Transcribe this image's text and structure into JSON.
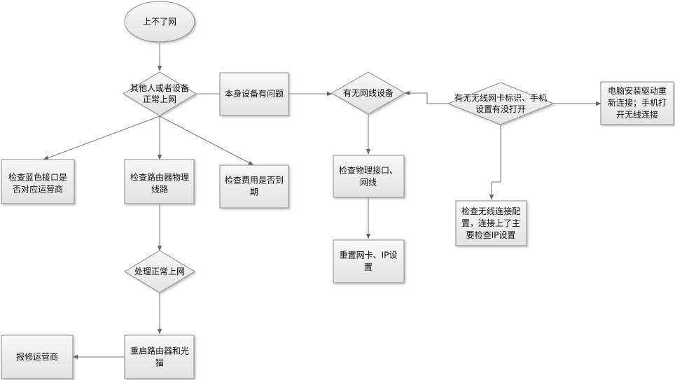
{
  "nodes": {
    "start": [
      "上不了网"
    ],
    "others_ok": [
      "其他人或者设备",
      "正常上网"
    ],
    "self_issue": [
      "本身设备有问题"
    ],
    "has_wireless": [
      "有无网线设备"
    ],
    "wireless_card": [
      "有无无线网卡标识、手机",
      "设置有没打开"
    ],
    "install_driver": [
      "电脑安装驱动重",
      "新连接；手机打",
      "开无线连接"
    ],
    "check_blue": [
      "检查蓝色接口是",
      "否对应运营商"
    ],
    "check_router_line": [
      "检查路由器物理",
      "线路"
    ],
    "check_fee": [
      "检查费用是否到",
      "期"
    ],
    "check_phys_port": [
      "检查物理接口、",
      "网线"
    ],
    "reset_nic": [
      "重置网卡、IP设",
      "置"
    ],
    "check_wifi_config": [
      "检查无线连接配",
      "置，连接上了主",
      "要检查IP设置"
    ],
    "handle_ok": [
      "处理正常上网"
    ],
    "restart_router": [
      "重启路由器和光",
      "猫"
    ],
    "report_isp": [
      "报修运营商"
    ]
  }
}
